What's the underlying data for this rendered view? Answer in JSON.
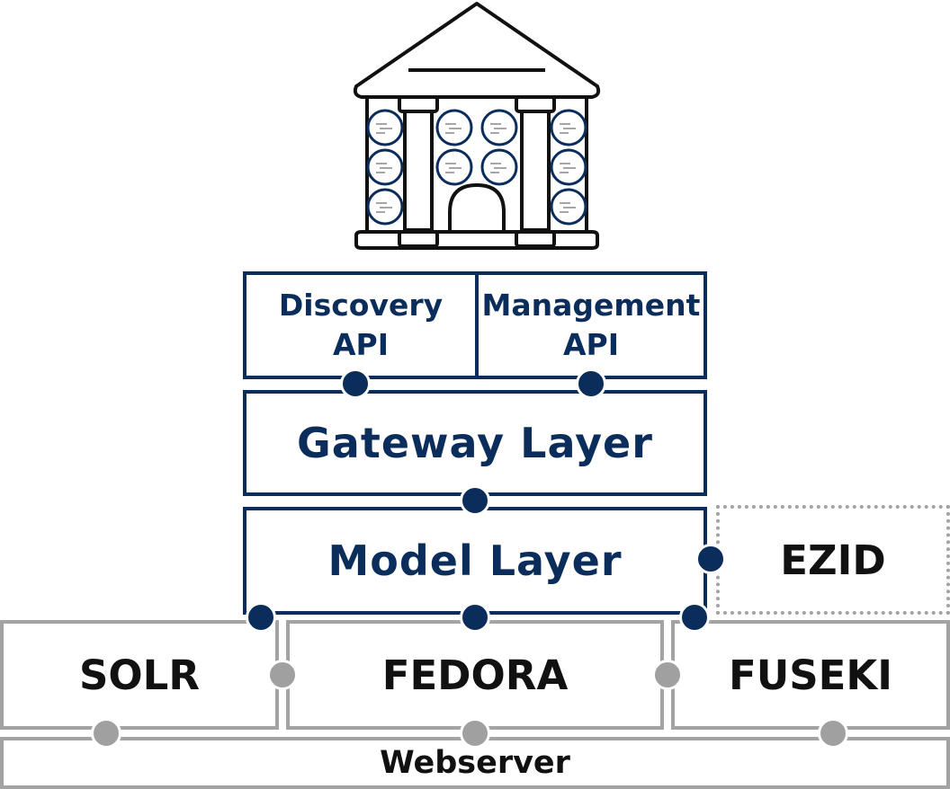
{
  "diagram": {
    "building_icon": "library-building-icon",
    "apis": [
      {
        "label": "Discovery\nAPI"
      },
      {
        "label": "Management\nAPI"
      }
    ],
    "gateway_layer": {
      "label": "Gateway Layer"
    },
    "model_layer": {
      "label": "Model Layer"
    },
    "ezid": {
      "label": "EZID"
    },
    "services": [
      {
        "label": "SOLR"
      },
      {
        "label": "FEDORA"
      },
      {
        "label": "FUSEKI"
      }
    ],
    "webserver": {
      "label": "Webserver"
    },
    "colors": {
      "navy": "#0b2d5b",
      "grey": "#a3a3a3"
    }
  }
}
